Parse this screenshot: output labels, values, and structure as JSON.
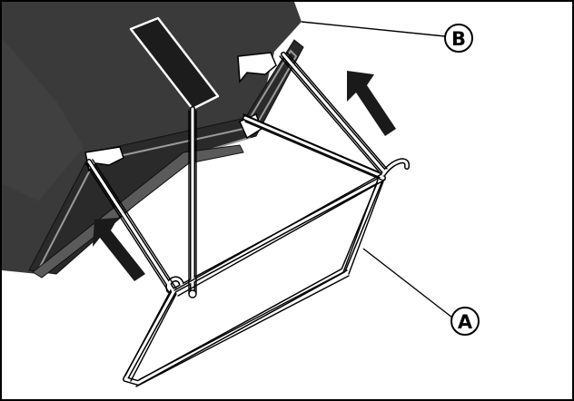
{
  "callouts": [
    {
      "id": "A",
      "label": "A"
    },
    {
      "id": "B",
      "label": "B"
    }
  ],
  "colors": {
    "appliance_body": "#3a3a3a",
    "appliance_shadow": "#222222",
    "interior": "#9a9a9a",
    "wire": "#ffffff",
    "outline": "#000000",
    "arrow": "#1a1a1a"
  },
  "icons": {
    "direction_arrow": "bold-arrow-icon",
    "callout_marker": "circled-letter-icon"
  }
}
